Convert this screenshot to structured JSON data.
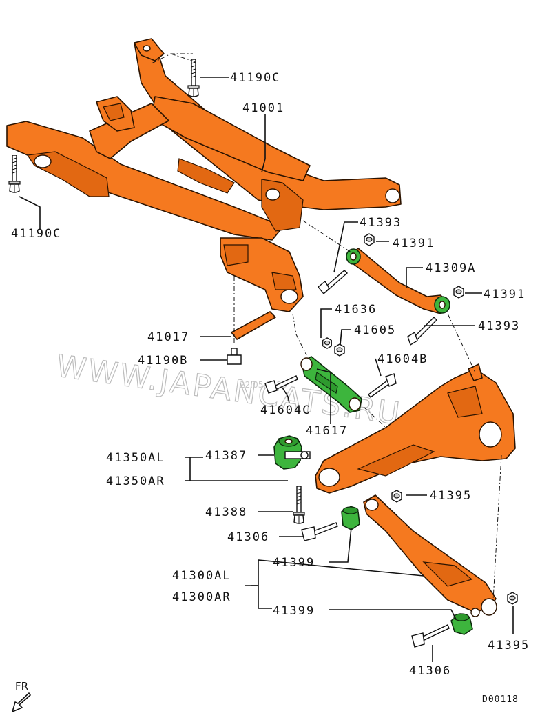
{
  "labels": {
    "p_41190c_top": "41190C",
    "p_41001": "41001",
    "p_41190c_left": "41190C",
    "p_41393_top": "41393",
    "p_41391_top": "41391",
    "p_41309a": "41309A",
    "p_41391_right": "41391",
    "p_41393_right": "41393",
    "p_41636": "41636",
    "p_41605": "41605",
    "p_41017": "41017",
    "p_41190b": "41190B",
    "p_41604b": "41604B",
    "p_41604c": "41604C",
    "p_41617": "41617",
    "p_41350al": "41350AL",
    "p_41350ar": "41350AR",
    "p_41387": "41387",
    "p_41388": "41388",
    "p_41306_left": "41306",
    "p_41399_top": "41399",
    "p_41395_top": "41395",
    "p_41300al": "41300AL",
    "p_41300ar": "41300AR",
    "p_41399_bottom": "41399",
    "p_41395_bottom": "41395",
    "p_41306_bottom": "41306"
  },
  "direction_label": "FR",
  "diagram_code": "D00118",
  "watermark": {
    "text": "WWW.JAPANCATS.RU",
    "date": "22.05.2023"
  },
  "colors": {
    "frame": "#f5791f",
    "bushing": "#3db53d",
    "line": "#111111"
  }
}
